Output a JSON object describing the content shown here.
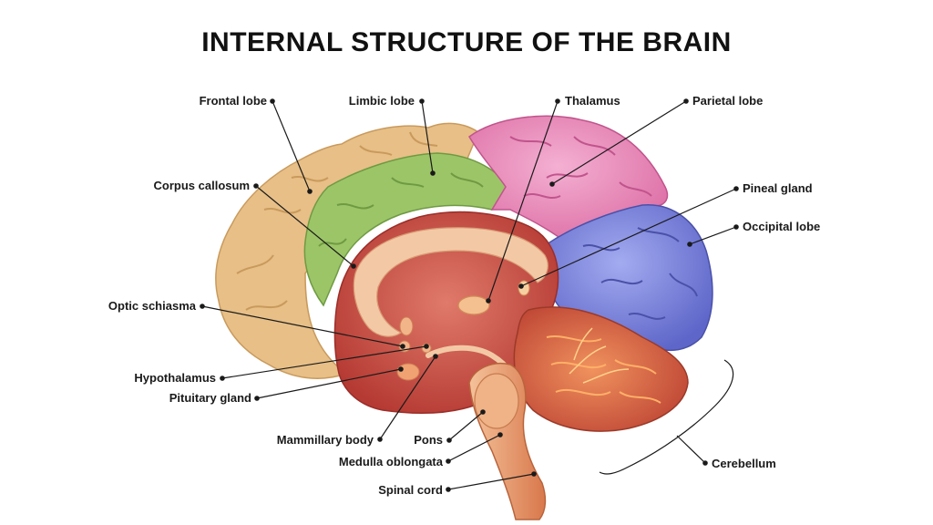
{
  "title": "INTERNAL STRUCTURE OF THE BRAIN",
  "labels": {
    "frontal_lobe": "Frontal lobe",
    "limbic_lobe": "Limbic lobe",
    "thalamus": "Thalamus",
    "parietal_lobe": "Parietal lobe",
    "corpus_callosum": "Corpus callosum",
    "pineal_gland": "Pineal gland",
    "occipital_lobe": "Occipital lobe",
    "optic_schiasma": "Optic schiasma",
    "hypothalamus": "Hypothalamus",
    "pituitary_gland": "Pituitary gland",
    "mammillary_body": "Mammillary body",
    "pons": "Pons",
    "medulla_oblongata": "Medulla oblongata",
    "spinal_cord": "Spinal cord",
    "cerebellum": "Cerebellum"
  },
  "colors": {
    "frontal_lobe": "#e7bf87",
    "limbic_lobe": "#9cc567",
    "parietal_lobe": "#ec8fbd",
    "occipital_lobe": "#7b84dc",
    "inner_brain": "#c84a3f",
    "cerebellum": "#cf5a3b",
    "brainstem": "#e79a62"
  }
}
